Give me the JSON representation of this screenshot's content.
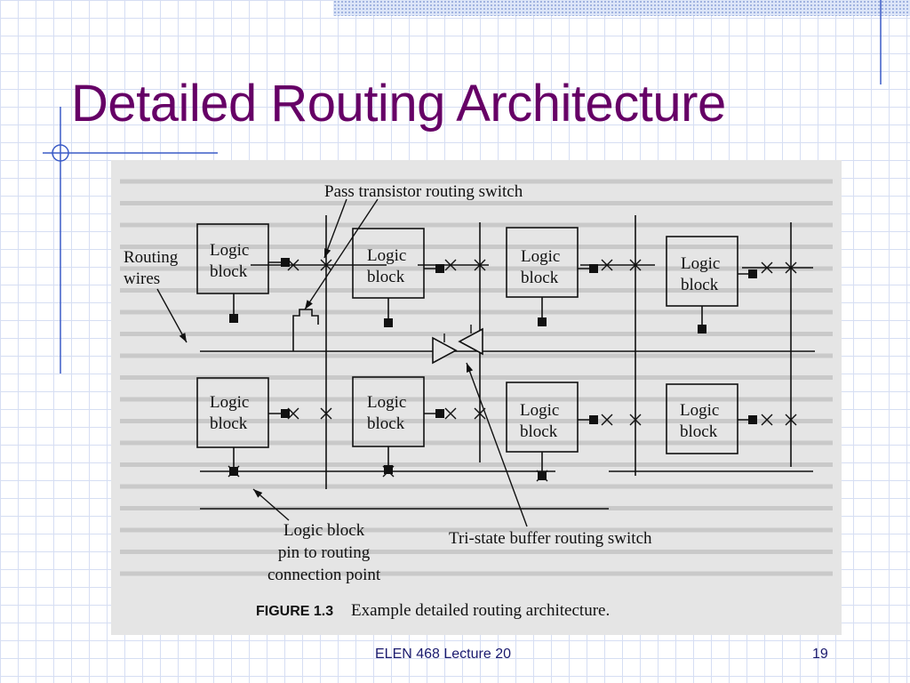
{
  "slide": {
    "title": "Detailed Routing Architecture",
    "footer_text": "ELEN 468 Lecture 20",
    "page_number": "19"
  },
  "figure": {
    "callouts": {
      "pass_switch": "Pass transistor routing switch",
      "routing_wires_line1": "Routing",
      "routing_wires_line2": "wires",
      "pin_line1": "Logic block",
      "pin_line2": "pin to routing",
      "pin_line3": "connection point",
      "tristate": "Tri-state buffer routing switch"
    },
    "logic_block_line1": "Logic",
    "logic_block_line2": "block",
    "caption_label": "FIGURE 1.3",
    "caption_text": "Example detailed routing architecture."
  },
  "colors": {
    "title": "#660066",
    "footer": "#1a1a6e",
    "figure_bg": "#e5e5e5"
  }
}
